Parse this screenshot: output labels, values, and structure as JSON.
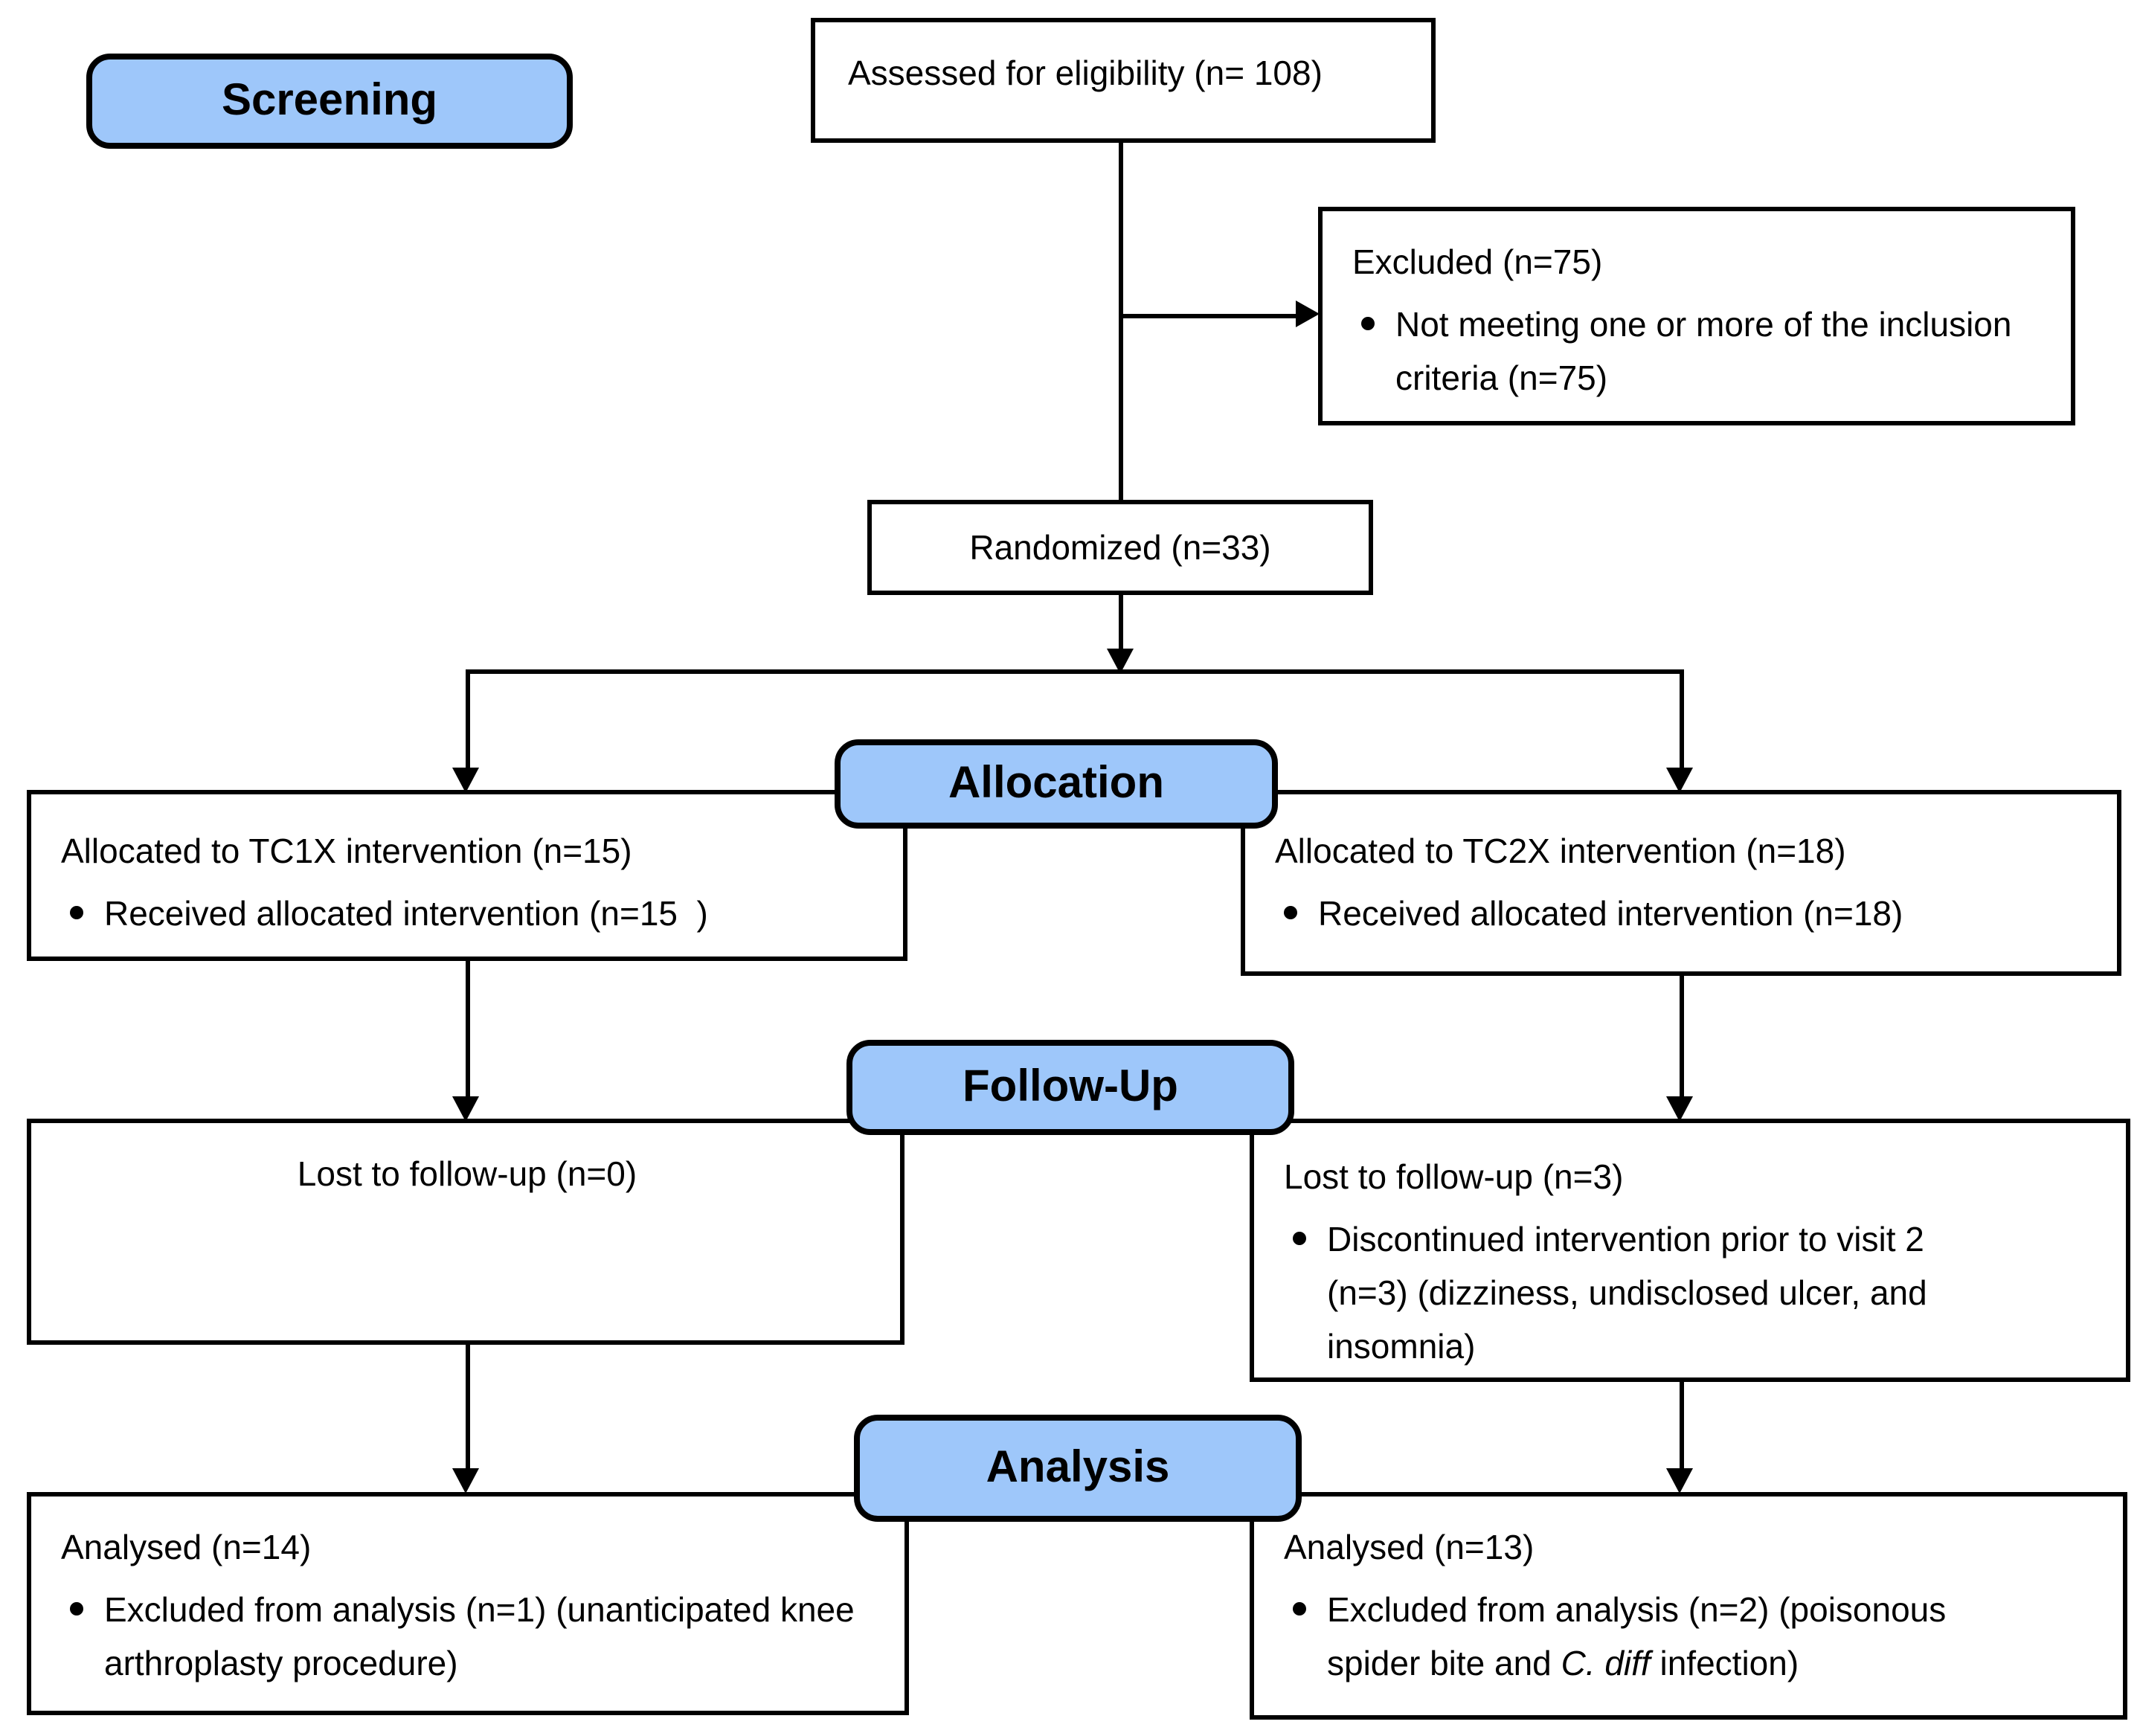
{
  "diagram_type": "CONSORT participant flow diagram",
  "colors": {
    "stage_label_fill": "#9EC7FA",
    "line_and_border": "#000000",
    "box_background": "#FFFFFF",
    "text": "#000000"
  },
  "stages": {
    "screening": {
      "label": "Screening"
    },
    "allocation": {
      "label": "Allocation"
    },
    "followup": {
      "label": "Follow-Up"
    },
    "analysis": {
      "label": "Analysis"
    }
  },
  "boxes": {
    "assessed": {
      "title": "Assessed for eligibility (n= 108)"
    },
    "excluded": {
      "title": "Excluded (n=75)",
      "bullet": "Not meeting one or more of the inclusion criteria (n=75)"
    },
    "randomized": {
      "title": "Randomized (n=33)"
    },
    "alloc_left": {
      "title": "Allocated to TC1X intervention (n=15)",
      "bullet": "Received allocated intervention (n=15  )"
    },
    "alloc_right": {
      "title": "Allocated to TC2X intervention (n=18)",
      "bullet": "Received allocated intervention (n=18)"
    },
    "followup_left": {
      "title": "Lost to follow-up (n=0)"
    },
    "followup_right": {
      "title": "Lost to follow-up (n=3)",
      "bullet": "Discontinued intervention prior to visit 2 (n=3) (dizziness, undisclosed ulcer, and insomnia)"
    },
    "analysis_left": {
      "title": "Analysed (n=14)",
      "bullet": "Excluded from analysis (n=1) (unanticipated knee arthroplasty procedure)"
    },
    "analysis_right": {
      "title": "Analysed (n=13)",
      "bullet_pre": "Excluded from analysis (n=2) (poisonous spider bite and ",
      "bullet_italic": "C. diff",
      "bullet_post": " infection)"
    }
  }
}
